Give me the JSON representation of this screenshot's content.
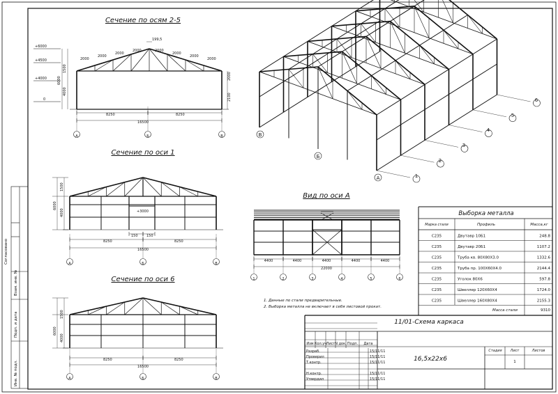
{
  "sections": {
    "s25": {
      "title": "Сечение по осям 2-5",
      "levels": [
        "+6000",
        "+4500",
        "+4000",
        "0"
      ],
      "spans": [
        "8250",
        "8250",
        "16500"
      ],
      "panels": [
        "2000",
        "2000",
        "2000",
        "2000",
        "2000",
        "2000",
        "2000",
        "2000"
      ],
      "ridge": "199,5",
      "hdims": [
        "1500",
        "4000",
        "6000",
        "2000",
        "2100"
      ],
      "axes": [
        "А",
        "Б",
        "В"
      ]
    },
    "s1": {
      "title": "Сечение по оси 1",
      "mark": "+3000",
      "spans": [
        "8250",
        "8250",
        "16500"
      ],
      "small": [
        "150",
        "150"
      ],
      "hdims": [
        "1500",
        "4000",
        "6000"
      ],
      "axes": [
        "А",
        "Б",
        "В"
      ]
    },
    "s6": {
      "title": "Сечение по оси 6",
      "spans": [
        "8250",
        "8250",
        "16500"
      ],
      "hdims": [
        "1500",
        "4000",
        "6000"
      ],
      "axes": [
        "А",
        "Б",
        "В"
      ]
    },
    "va": {
      "title": "Вид по оси А",
      "bays": [
        "4400",
        "4400",
        "4400",
        "4400",
        "4400"
      ],
      "total": "22000",
      "axes": [
        "1",
        "2",
        "3",
        "4",
        "5",
        "6"
      ]
    }
  },
  "iso": {
    "axes_num": [
      "1",
      "2",
      "3",
      "4",
      "5",
      "6"
    ],
    "axes_let": [
      "А",
      "Б",
      "В"
    ]
  },
  "notes": [
    "1. Данные по стали предварительные.",
    "2. Выборка металла не включает в себя листовой прокат."
  ],
  "table": {
    "title": "Выборка металла",
    "headers": [
      "Марка стали",
      "Профиль",
      "Масса,кг"
    ],
    "rows": [
      [
        "С235",
        "Двутавр 10Б1",
        "248.8"
      ],
      [
        "С235",
        "Двутавр 20Б1",
        "1107.2"
      ],
      [
        "С235",
        "Труба кв. 80Х80Х3.0",
        "1332.6"
      ],
      [
        "С235",
        "Труба пр. 100Х60Х4.0",
        "2144.4"
      ],
      [
        "С235",
        "Уголок 80Х6",
        "597.8"
      ],
      [
        "С235",
        "Швеллер 120Х60Х4",
        "1724.0"
      ],
      [
        "С235",
        "Швеллер 160Х80Х4",
        "2155.3"
      ]
    ],
    "total_label": "Масса стали",
    "total_value": "9310"
  },
  "stamp": {
    "drawing": "11/01-Схема каркаса",
    "size": "16,5х22х6",
    "hdr": [
      "Изм",
      "Кол.уч",
      "Лист",
      "N док.",
      "Подп.",
      "Дата"
    ],
    "roles": [
      "Разраб.",
      "Проверил",
      "Т.контр.",
      "",
      "Н.контр.",
      "Утвердил"
    ],
    "dates": [
      "15/11/11",
      "15/11/11",
      "15/11/11",
      "",
      "15/11/11",
      "15/11/11"
    ],
    "stage": "Стадия",
    "sheet": "Лист",
    "sheets": "Листов",
    "sheet_no": "1"
  },
  "sidebar": [
    "Согласовано",
    "Взам. инв. №",
    "Подп. и дата",
    "Инв. № подл."
  ]
}
